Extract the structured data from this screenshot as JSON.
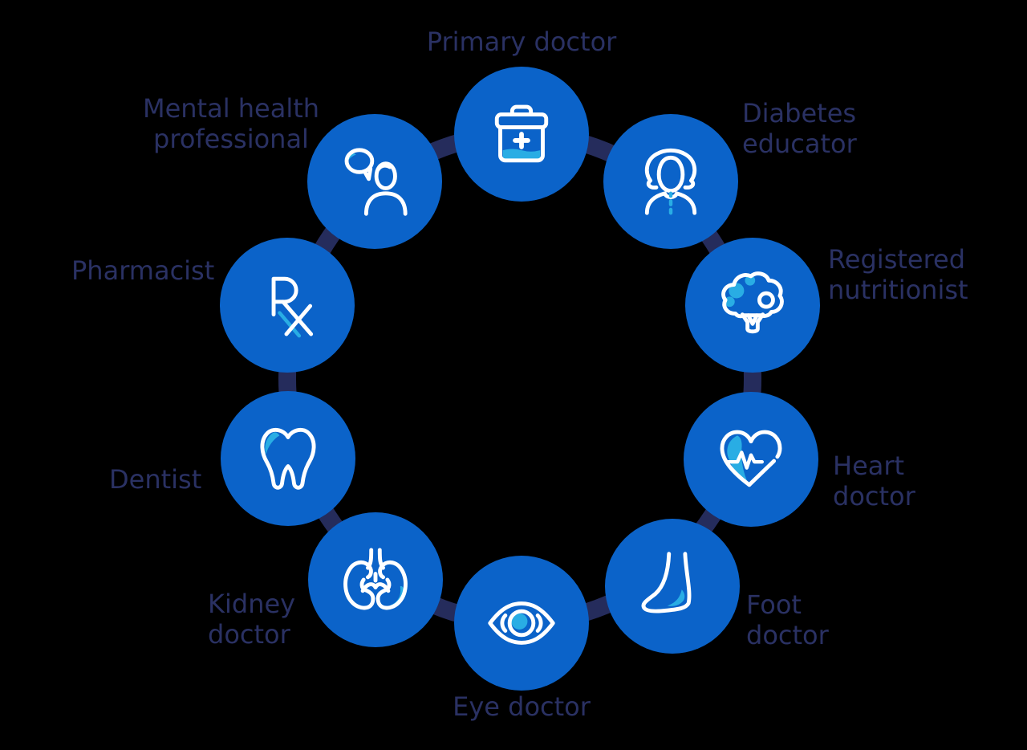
{
  "colors": {
    "background": "#000000",
    "circle_blue": "#0b63c9",
    "accent_blue": "#29ade4",
    "ring_navy": "#252c5c",
    "label_navy": "#2a3163",
    "icon_white": "#ffffff"
  },
  "diagram": {
    "description": "Diabetes care team circle diagram",
    "nodes": [
      {
        "id": "primary-doctor",
        "label": "Primary doctor",
        "icon": "medical-bag-icon"
      },
      {
        "id": "diabetes-educator",
        "label": "Diabetes\neducator",
        "icon": "woman-icon"
      },
      {
        "id": "registered-nutritionist",
        "label": "Registered\nnutritionist",
        "icon": "broccoli-icon"
      },
      {
        "id": "heart-doctor",
        "label": "Heart\ndoctor",
        "icon": "heart-pulse-icon"
      },
      {
        "id": "foot-doctor",
        "label": "Foot\ndoctor",
        "icon": "foot-icon"
      },
      {
        "id": "eye-doctor",
        "label": "Eye doctor",
        "icon": "eye-icon"
      },
      {
        "id": "kidney-doctor",
        "label": "Kidney\ndoctor",
        "icon": "kidneys-icon"
      },
      {
        "id": "dentist",
        "label": "Dentist",
        "icon": "tooth-icon"
      },
      {
        "id": "pharmacist",
        "label": "Pharmacist",
        "icon": "rx-icon"
      },
      {
        "id": "mental-health-professional",
        "label": "Mental health\nprofessional",
        "icon": "person-speech-bubble-icon"
      }
    ]
  }
}
